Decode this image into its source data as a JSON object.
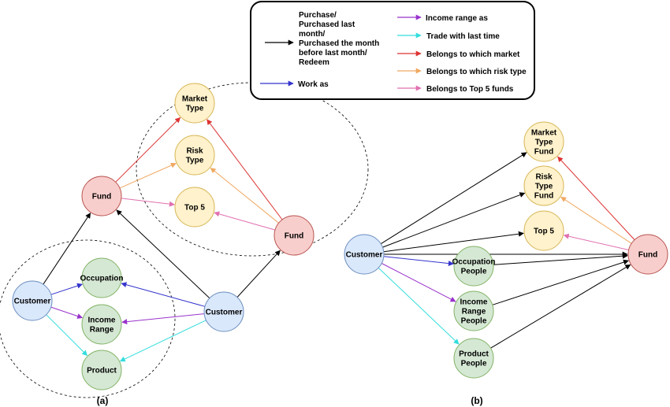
{
  "colors": {
    "purchase": "#000000",
    "work": "#3333cc",
    "income": "#9933cc",
    "trade": "#33dddd",
    "market": "#dd3333",
    "risk": "#f0a860",
    "top5": "#e070b0",
    "fund_fill": "#f8cecc",
    "fund_stroke": "#b85450",
    "customer_fill": "#dae8fc",
    "customer_stroke": "#6c8ebf",
    "attr_fill": "#d5e8d4",
    "attr_stroke": "#82b366",
    "target_fill": "#fff2cc",
    "target_stroke": "#d6b656"
  },
  "legend": {
    "purchase": [
      "Purchase/",
      "Purchased last",
      "month/",
      "Purchased the month",
      "before last month/",
      "Redeem"
    ],
    "work": "Work as",
    "income": "Income range as",
    "trade": "Trade with last time",
    "market": "Belongs to which market",
    "risk": "Belongs to which risk type",
    "top5": "Belongs to Top 5 funds"
  },
  "panel_a": {
    "label": "(a)",
    "nodes": {
      "market_type": [
        "Market",
        "Type"
      ],
      "risk_type": [
        "Risk",
        "Type"
      ],
      "top5": [
        "Top 5"
      ],
      "fund1": [
        "Fund"
      ],
      "fund2": [
        "Fund"
      ],
      "occupation": [
        "Occupation"
      ],
      "income_range": [
        "Income",
        "Range"
      ],
      "product": [
        "Product"
      ],
      "customer1": [
        "Customer"
      ],
      "customer2": [
        "Customer"
      ]
    }
  },
  "panel_b": {
    "label": "(b)",
    "nodes": {
      "market_type_fund": [
        "Market",
        "Type",
        "Fund"
      ],
      "risk_type_fund": [
        "Risk",
        "Type",
        "Fund"
      ],
      "top5": [
        "Top 5"
      ],
      "occupation_people": [
        "Occupation",
        "People"
      ],
      "income_range_people": [
        "Income",
        "Range",
        "People"
      ],
      "product_people": [
        "Product",
        "People"
      ],
      "customer": [
        "Customer"
      ],
      "fund": [
        "Fund"
      ]
    }
  }
}
